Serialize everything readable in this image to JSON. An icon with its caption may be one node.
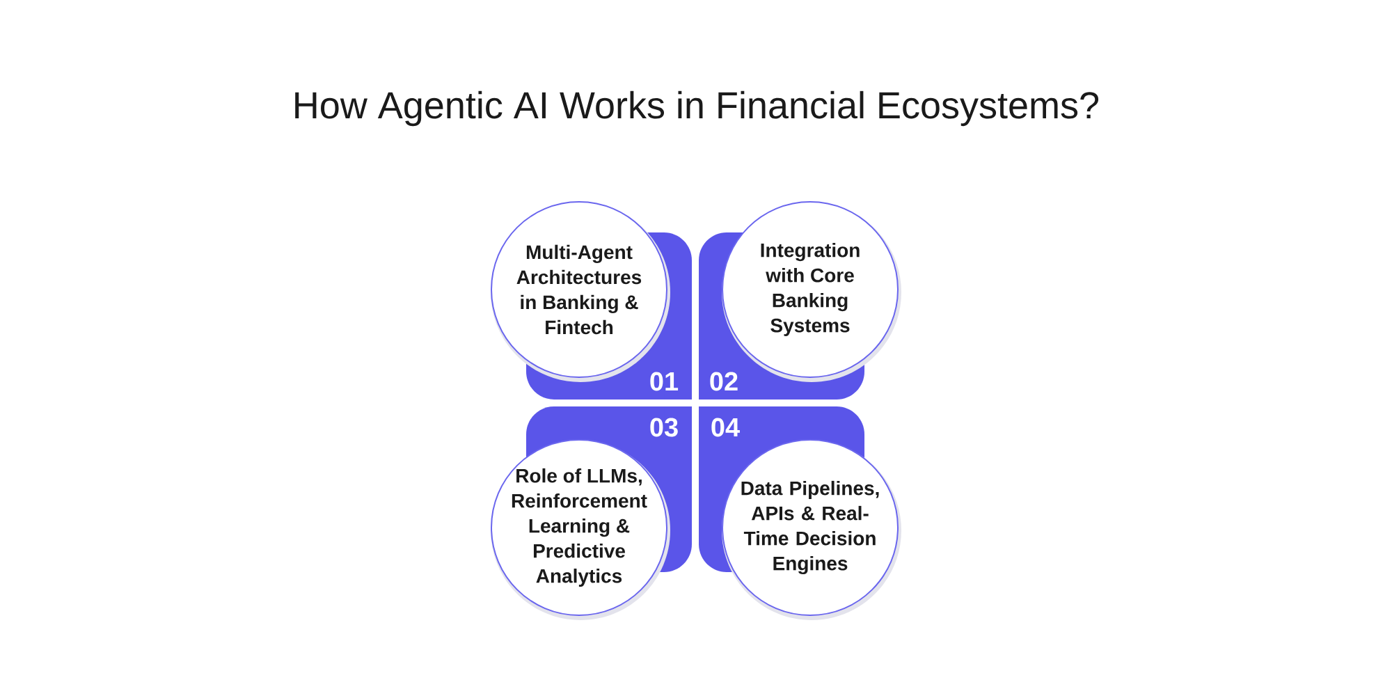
{
  "diagram": {
    "title": "How Agentic AI Works in Financial Ecosystems?",
    "nodes": [
      {
        "text": [
          "Multi-Agent Architectures in Banking & Fintech",
          "01"
        ]
      },
      {
        "text": [
          "Integration with Core Banking Systems",
          "02"
        ]
      },
      {
        "text": [
          "Role of LLMs, Reinforcement Learning & Predictive Analytics",
          "03"
        ]
      },
      {
        "text": [
          "Data Pipelines, APIs & Real-Time Decision Engines",
          "04"
        ]
      }
    ]
  }
}
